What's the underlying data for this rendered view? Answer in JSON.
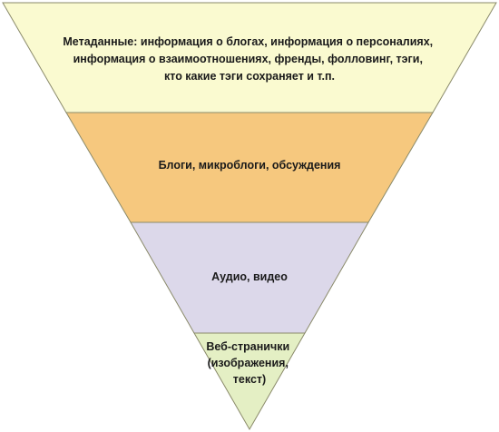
{
  "diagram": {
    "type": "inverted-pyramid",
    "layers": [
      {
        "lines": [
          "Метаданные: информация о блогах, информация о персоналиях,",
          "информация о взаимоотношениях, френды, фолловинг, тэги,",
          "кто какие тэги сохраняет и т.п."
        ],
        "color": "#fafad0"
      },
      {
        "lines": [
          "Блоги, микроблоги, обсуждения"
        ],
        "color": "#f6c87e"
      },
      {
        "lines": [
          "Аудио, видео"
        ],
        "color": "#dcd8ea"
      },
      {
        "lines": [
          "Веб-странички",
          "(изображения,",
          "текст)"
        ],
        "color": "#e4efc4"
      }
    ],
    "stroke_color": "#8a8a6a"
  }
}
